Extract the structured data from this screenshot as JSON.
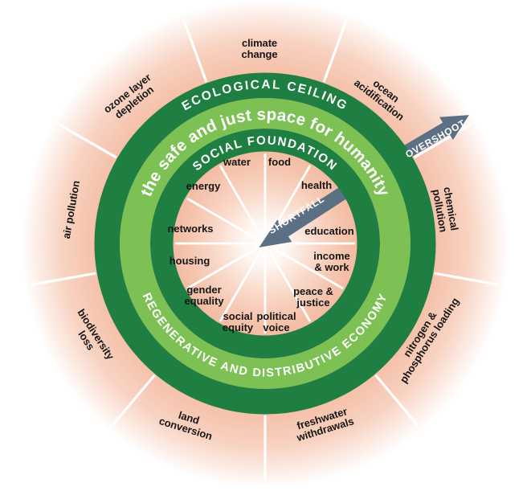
{
  "diagram": {
    "rings": {
      "ecological_ceiling": "ECOLOGICAL CEILING",
      "safe_space": "the safe and just space for humanity",
      "social_foundation": "SOCIAL FOUNDATION",
      "regenerative_economy": "REGENERATIVE AND DISTRIBUTIVE ECONOMY"
    },
    "arrows": {
      "overshoot": "OVERSHOOT",
      "shortfall": "SHORTFALL"
    },
    "ecological_ceiling_labels": {
      "climate_change": "climate\nchange",
      "ocean_acidification": "ocean\nacidification",
      "chemical_pollution": "chemical\npollution",
      "nitrogen_phosphorus_loading": "nitrogen &\nphosphorus loading",
      "freshwater_withdrawals": "freshwater\nwithdrawals",
      "land_conversion": "land\nconversion",
      "biodiversity_loss": "biodiversity\nloss",
      "air_pollution": "air pollution",
      "ozone_layer_depletion": "ozone layer\ndepletion"
    },
    "social_foundation_labels": {
      "water": "water",
      "food": "food",
      "health": "health",
      "education": "education",
      "income_work": "income\n& work",
      "peace_justice": "peace &\njustice",
      "political_voice": "political\nvoice",
      "social_equity": "social\nequity",
      "gender_equality": "gender\nequality",
      "housing": "housing",
      "networks": "networks",
      "energy": "energy"
    },
    "colors": {
      "dark_green": "#1f7f42",
      "light_green": "#7dc155",
      "pink": "#f4bfa7",
      "arrow_slate": "#5b7083",
      "ring_text": "#ffffff",
      "label_text": "#161616",
      "background": "#ffffff"
    }
  }
}
